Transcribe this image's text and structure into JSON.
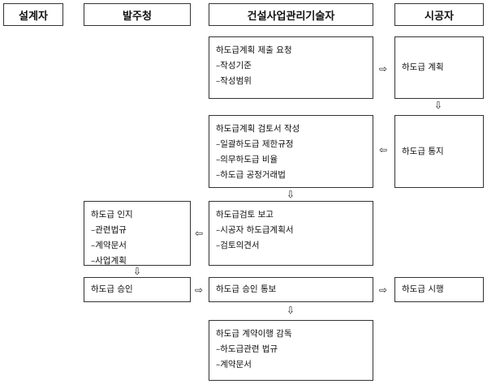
{
  "headers": {
    "designer": "설계자",
    "client": "발주청",
    "manager": "건설사업관리기술자",
    "contractor": "시공자"
  },
  "boxes": {
    "request": [
      "하도급계획 제출 요청",
      "–작성기준",
      "–작성범위"
    ],
    "plan": [
      "하도급 계획"
    ],
    "review": [
      "하도급계획 검토서 작성",
      "–일괄하도급 제한규정",
      "–의무하도급 비율",
      "–하도급 공정거래법"
    ],
    "notice": [
      "하도급 통지"
    ],
    "recognize": [
      "하도급 인지",
      "–관련법규",
      "–계약문서",
      "–사업계획"
    ],
    "report": [
      "하도급검토 보고",
      "–시공자 하도급계획서",
      "–검토의견서"
    ],
    "approve": [
      "하도급 승인"
    ],
    "approve_notice": [
      "하도급 승인 통보"
    ],
    "execute": [
      "하도급 시행"
    ],
    "supervise": [
      "하도급 계약이행 감독",
      "–하도급관련 법규",
      "–계약문서"
    ]
  },
  "arrows": {
    "right": "⇨",
    "left": "⇦",
    "down": "⇩"
  }
}
